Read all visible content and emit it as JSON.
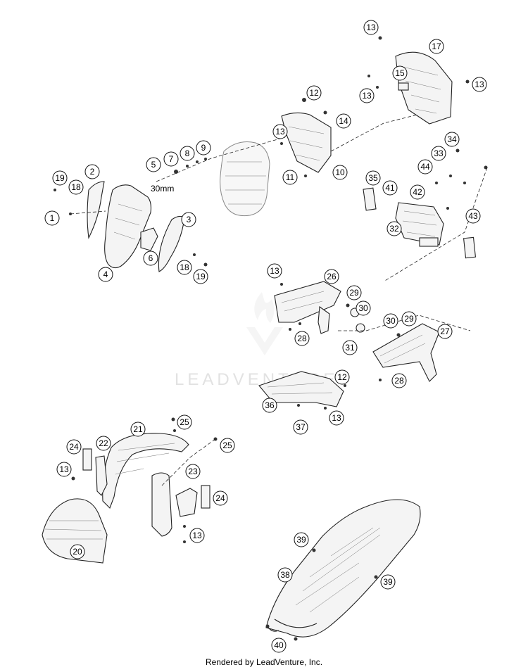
{
  "diagram": {
    "dimension_label": "30mm",
    "watermark": "LEADVENTURE",
    "callouts": [
      "1",
      "2",
      "3",
      "4",
      "5",
      "6",
      "7",
      "8",
      "9",
      "10",
      "11",
      "12",
      "13",
      "14",
      "15",
      "17",
      "18",
      "19",
      "20",
      "21",
      "22",
      "23",
      "24",
      "25",
      "26",
      "27",
      "28",
      "29",
      "30",
      "31",
      "32",
      "33",
      "34",
      "35",
      "36",
      "37",
      "38",
      "39",
      "40",
      "41",
      "42",
      "43",
      "44"
    ]
  },
  "footer": {
    "text": "Rendered by LeadVenture, Inc."
  }
}
